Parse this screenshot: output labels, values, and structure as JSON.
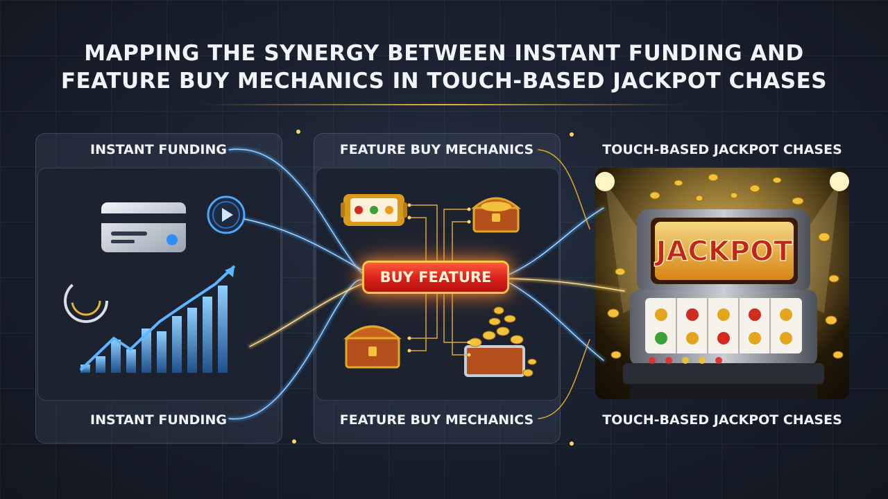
{
  "header": {
    "title_line1": "MAPPING THE SYNERGY BETWEEN INSTANT FUNDING AND",
    "title_line2": "FEATURE BUY MECHANICS IN TOUCH-BASED JACKPOT CHASES"
  },
  "columns": [
    {
      "top_label": "INSTANT FUNDING",
      "bottom_label": "INSTANT FUNDING",
      "icons": [
        "credit-card-icon",
        "play-button-icon",
        "loading-ring-icon",
        "growth-chart-icon"
      ]
    },
    {
      "top_label": "FEATURE BUY MECHANICS",
      "bottom_label": "FEATURE BUY MECHANICS",
      "icons": [
        "slot-reel-icon",
        "treasure-chest-icon",
        "gold-coins-chest-icon"
      ]
    },
    {
      "top_label": "TOUCH-BASED JACKPOT CHASES",
      "bottom_label": "TOUCH-BASED JACKPOT CHASES",
      "icons": [
        "slot-machine-icon",
        "spotlight-icon"
      ]
    }
  ],
  "center_button": {
    "label": "BUY FEATURE"
  },
  "machine": {
    "marquee": "JACKPOT"
  },
  "colors": {
    "background": "#1a2130",
    "accent_gold": "#e6b43c",
    "flow_blue": "#3fa3ff",
    "flow_gold": "#f2c14e",
    "button_red": "#d8201a"
  }
}
